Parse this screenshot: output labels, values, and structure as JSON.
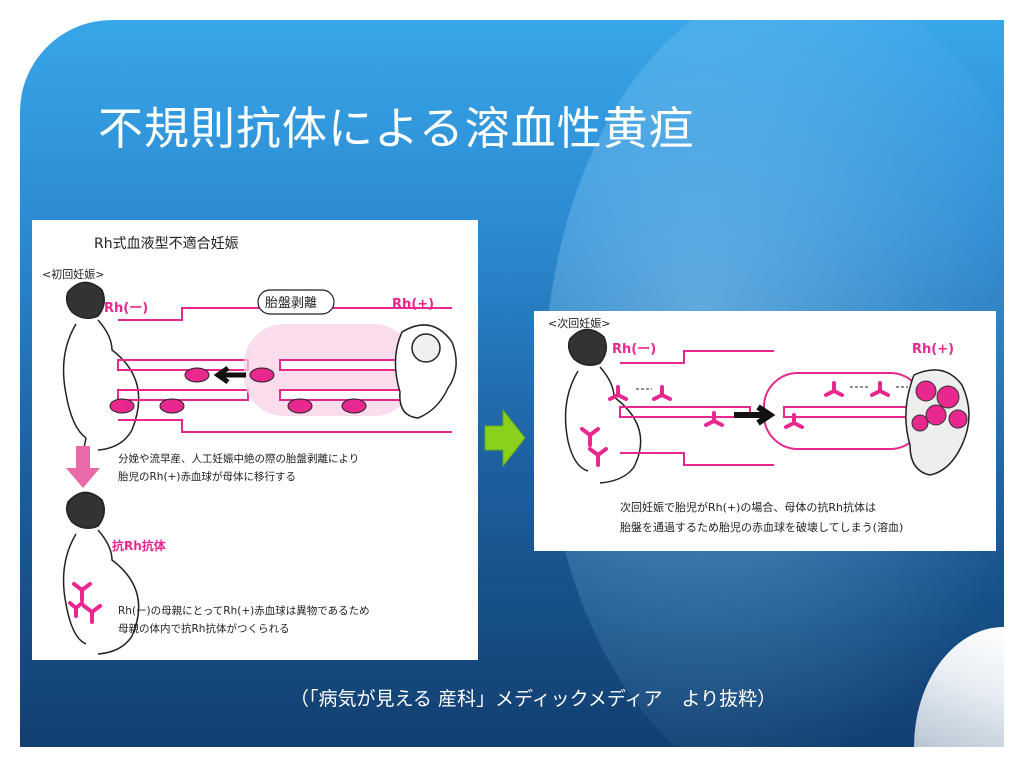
{
  "slide": {
    "title": "不規則抗体による溶血性黄疸",
    "caption": "（「病気が見える 産科」メディックメディア　より抜粋）"
  },
  "left_panel": {
    "heading": "Rh式血液型不適合妊娠",
    "stage_label": "<初回妊娠>",
    "rh_negative": "Rh(ー)",
    "rh_positive": "Rh(+)",
    "bubble": "胎盤剥離",
    "note1_line1": "分娩や流早産、人工妊娠中絶の際の胎盤剥離により",
    "note1_line2": "胎児のRh(+)赤血球が母体に移行する",
    "antibody_label": "抗Rh抗体",
    "note2_line1": "Rh(ー)の母親にとってRh(+)赤血球は異物であるため",
    "note2_line2": "母親の体内で抗Rh抗体がつくられる"
  },
  "right_panel": {
    "stage_label": "<次回妊娠>",
    "rh_negative": "Rh(ー)",
    "rh_positive": "Rh(+)",
    "note_line1": "次回妊娠で胎児がRh(+)の場合、母体の抗Rh抗体は",
    "note_line2": "胎盤を通過するため胎児の赤血球を破壊してしまう(溶血)"
  },
  "colors": {
    "accent_pink": "#e8288f",
    "arrow_green": "#8ad11e",
    "slide_blue_top": "#37a6e8",
    "slide_blue_bottom": "#123f70"
  },
  "icons": {
    "transition_arrow": "green-right-arrow-icon",
    "down_arrow": "pink-down-arrow-icon"
  }
}
